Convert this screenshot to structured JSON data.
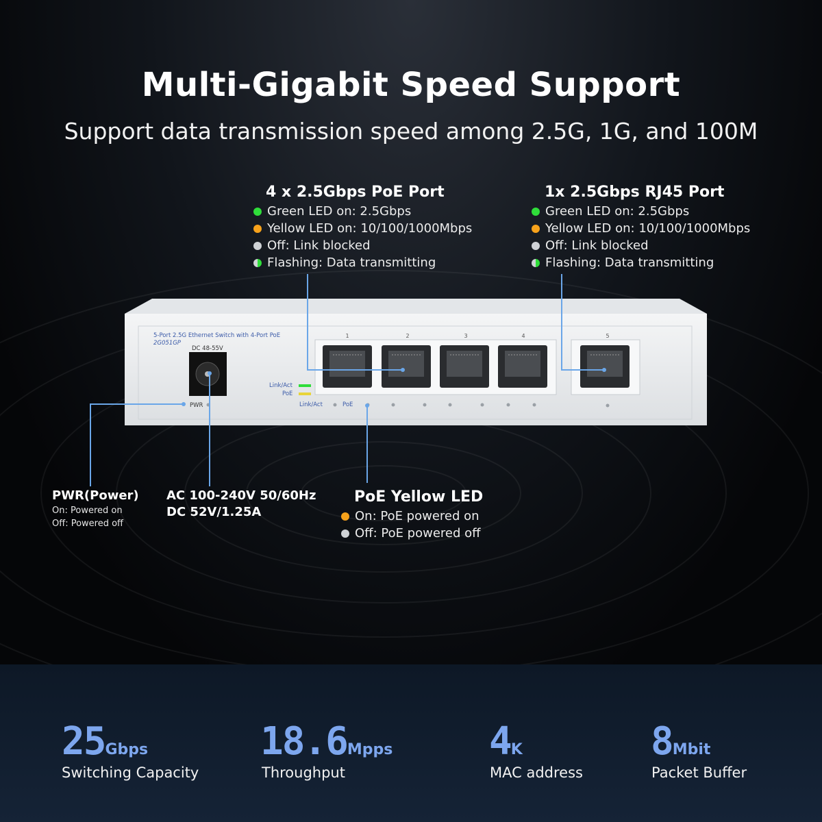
{
  "headline": "Multi-Gigabit Speed Support",
  "subheadline": "Support data transmission speed among  2.5G, 1G, and 100M",
  "poe_port_callout": {
    "title": "4 x 2.5Gbps PoE Port",
    "items": [
      {
        "led": "green",
        "text": "Green LED on: 2.5Gbps"
      },
      {
        "led": "yellow",
        "text": "Yellow LED on: 10/100/1000Mbps"
      },
      {
        "led": "off",
        "text": "Off: Link blocked"
      },
      {
        "led": "flash",
        "text": "Flashing: Data transmitting"
      }
    ]
  },
  "rj45_port_callout": {
    "title": "1x 2.5Gbps RJ45 Port",
    "items": [
      {
        "led": "green",
        "text": "Green LED on: 2.5Gbps"
      },
      {
        "led": "yellow",
        "text": "Yellow LED on: 10/100/1000Mbps"
      },
      {
        "led": "off",
        "text": "Off: Link blocked"
      },
      {
        "led": "flash",
        "text": "Flashing: Data transmitting"
      }
    ]
  },
  "device": {
    "product_line": "5-Port 2.5G Ethernet Switch with 4-Port PoE",
    "model": "2G051GP",
    "dc_label": "DC 48-55V",
    "pwr_label": "PWR",
    "legend_link": "Link/Act",
    "legend_poe": "PoE",
    "panel_link": "Link/Act",
    "panel_poe": "PoE",
    "port_numbers": [
      "1",
      "2",
      "3",
      "4",
      "5"
    ]
  },
  "pwr_callout": {
    "title": "PWR(Power)",
    "on": "On: Powered on",
    "off": "Off: Powered off"
  },
  "power_callout": {
    "line1": "AC 100-240V 50/60Hz",
    "line2": "DC 52V/1.25A"
  },
  "poe_led_callout": {
    "title": "PoE Yellow LED",
    "items": [
      {
        "led": "yellow",
        "text": "On: PoE powered on"
      },
      {
        "led": "off",
        "text": "Off: PoE powered off"
      }
    ]
  },
  "stats": [
    {
      "value": "25",
      "unit": "Gbps",
      "label": "Switching Capacity"
    },
    {
      "value": "18.6",
      "unit": "Mpps",
      "label": "Throughput"
    },
    {
      "value": "4",
      "unit": "K",
      "label": "MAC address"
    },
    {
      "value": "8",
      "unit": "Mbit",
      "label": "Packet Buffer"
    }
  ],
  "colors": {
    "accent": "#7da6ee",
    "led_green": "#2fdd3a",
    "led_yellow": "#f7a21b",
    "leader_line": "#6aa6e8"
  }
}
